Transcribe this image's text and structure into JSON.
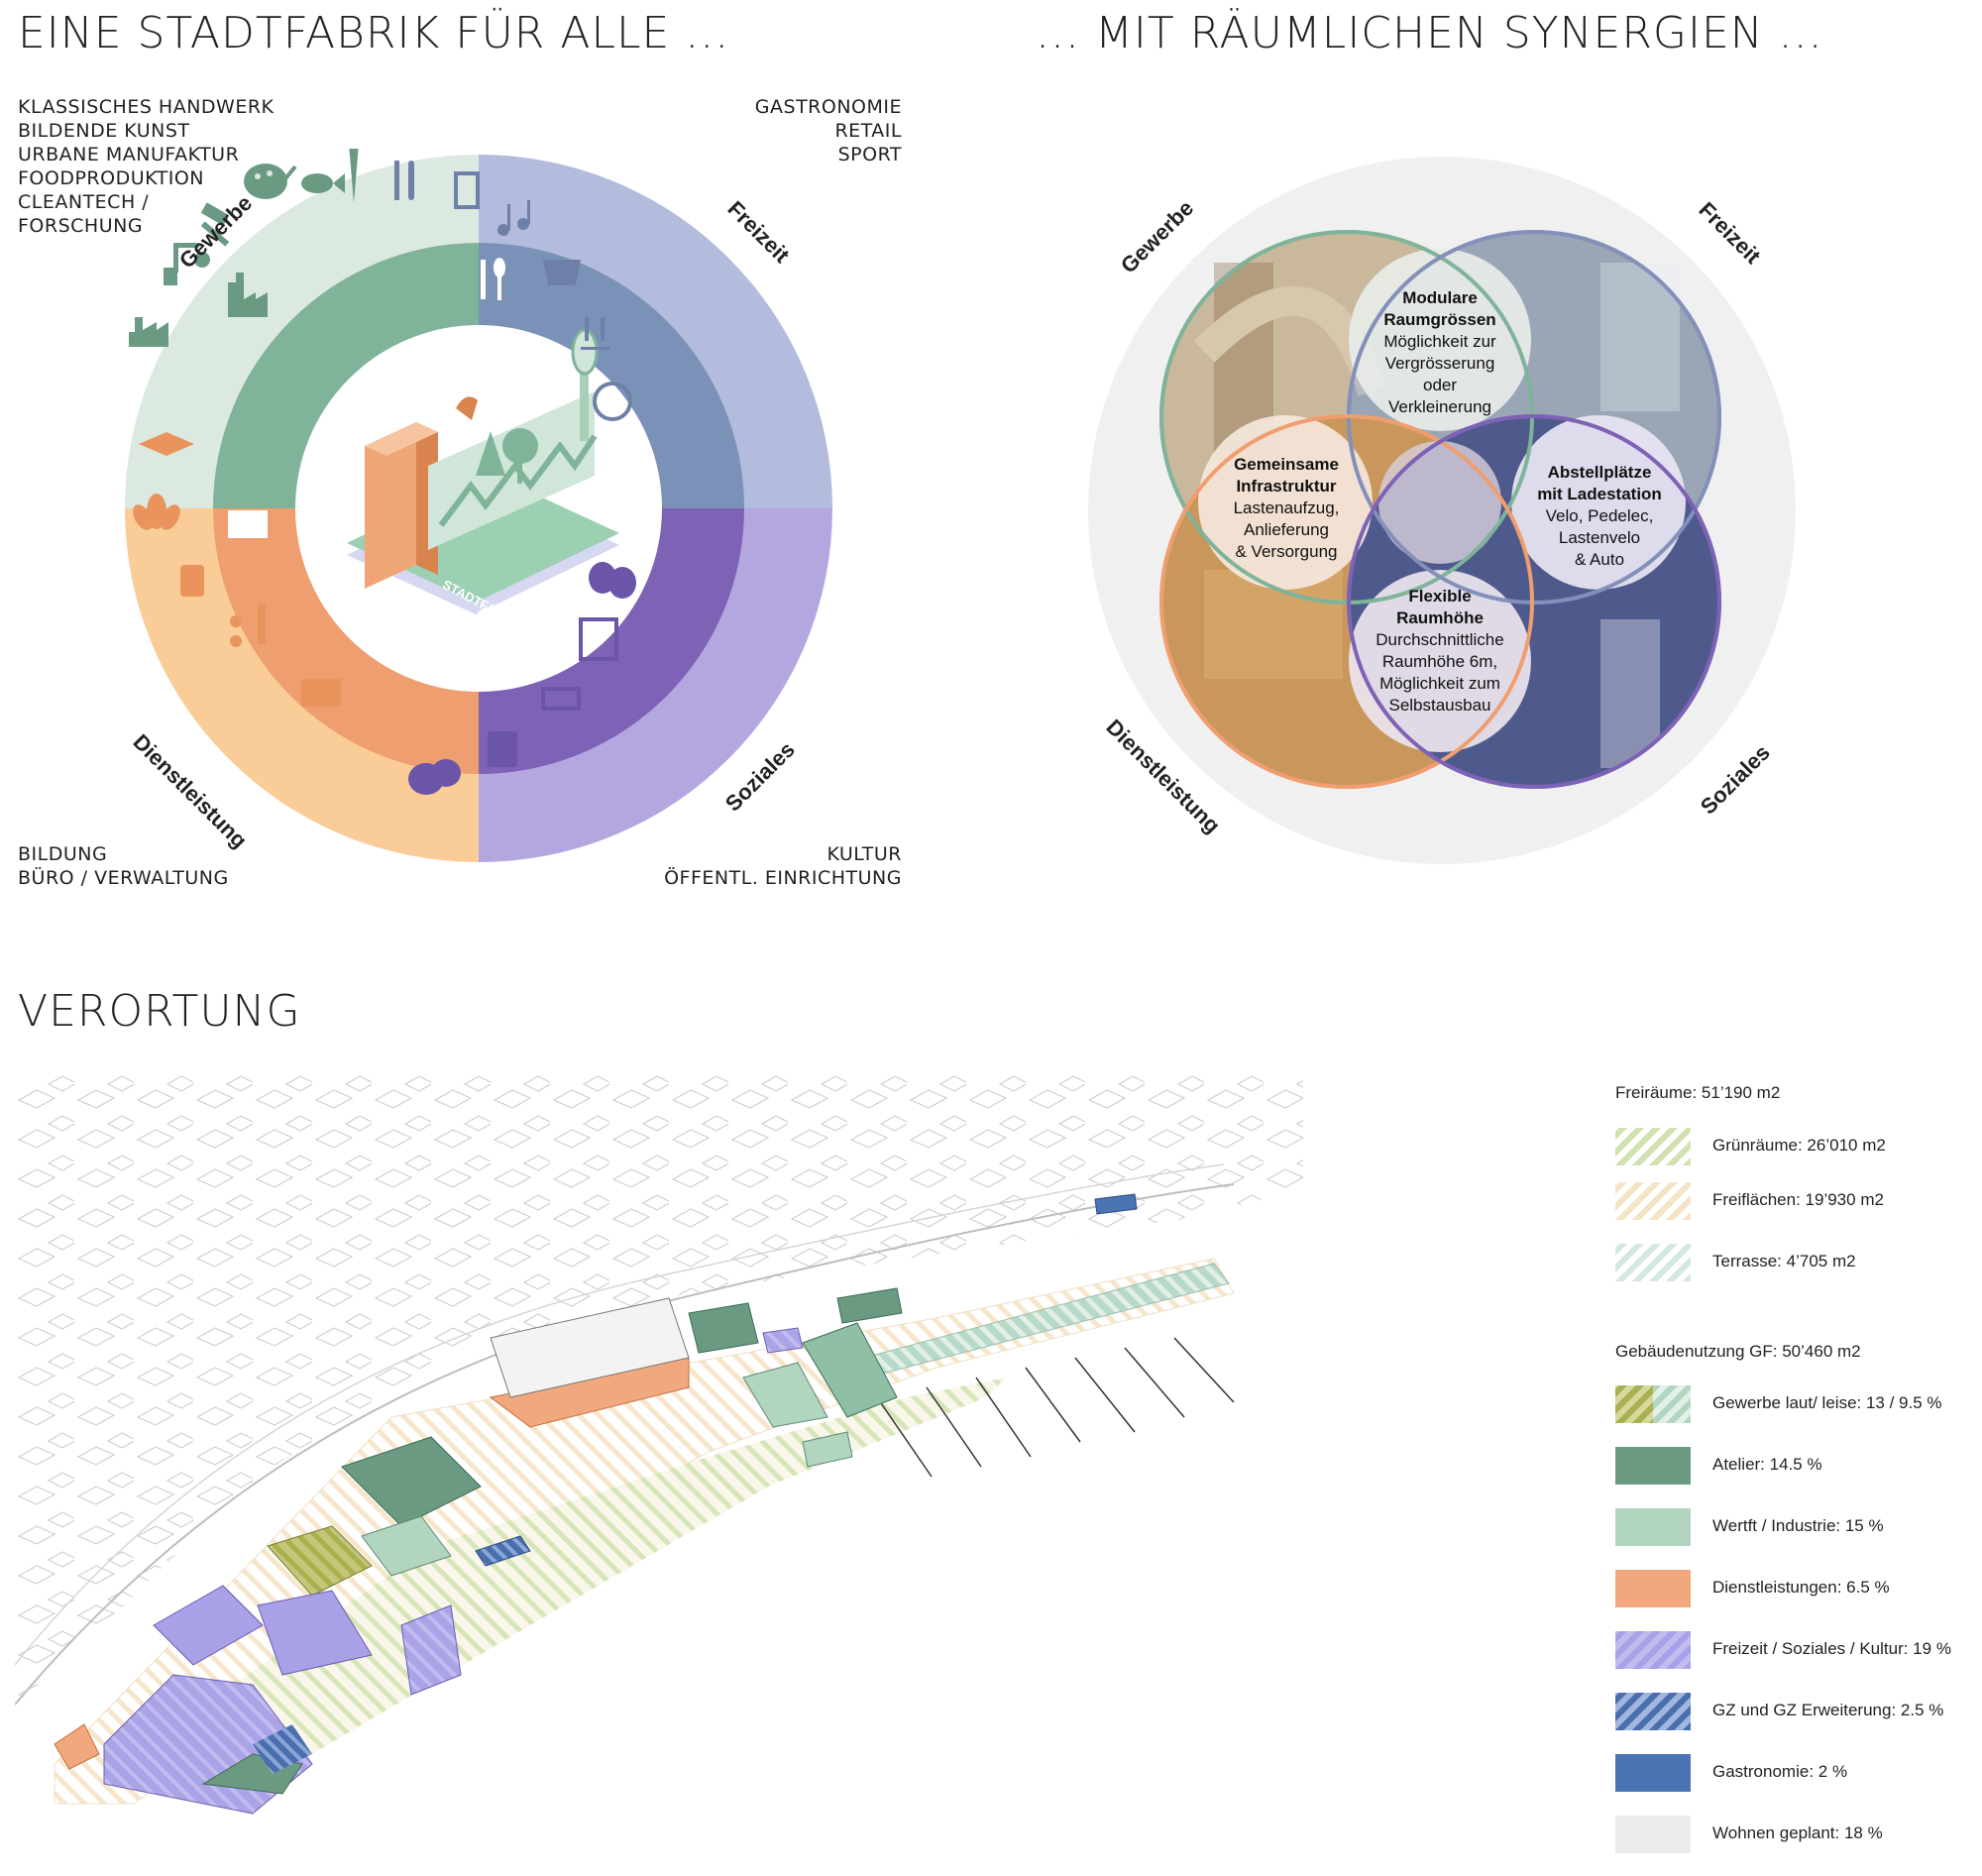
{
  "left_section": {
    "title": "EINE STADTFABRIK FÜR ALLE ...",
    "top_left_list": [
      "KLASSISCHES  HANDWERK",
      "BILDENDE KUNST",
      "URBANE MANUFAKTUR",
      "FOODPRODUKTION",
      "CLEANTECH /",
      "FORSCHUNG"
    ],
    "top_right_list": [
      "GASTRONOMIE",
      "RETAIL",
      "SPORT"
    ],
    "bottom_left_list": [
      "BILDUNG",
      "BÜRO / VERWALTUNG"
    ],
    "bottom_right_list": [
      "KULTUR",
      "ÖFFENTL. EINRICHTUNG"
    ],
    "quadrants": {
      "gewerbe": "Gewerbe",
      "freizeit": "Freizeit",
      "dienstleistung": "Dienstleistung",
      "soziales": "Soziales"
    },
    "center_label": "STADTFABRIK",
    "colors": {
      "gewerbe_outer": "#dce9e0",
      "gewerbe_inner": "#7fb39a",
      "freizeit_outer": "#b3bcdc",
      "freizeit_inner": "#7b92b8",
      "soziales_outer": "#b4a7e0",
      "soziales_inner": "#7e62b5",
      "dienst_outer": "#f9cc98",
      "dienst_inner": "#ef9e70"
    },
    "icons": {
      "gewerbe": [
        "palette-icon",
        "fish-icon",
        "carrot-icon",
        "hammer-icon",
        "robot-arm-icon",
        "factory-icon",
        "wind-turbine-icon"
      ],
      "freizeit": [
        "fork-knife-icon",
        "drink-icon",
        "music-icon",
        "basket-icon",
        "pool-icon",
        "ball-icon"
      ],
      "soziales": [
        "theater-masks-icon",
        "gallery-icon",
        "museum-barrier-icon",
        "book-icon",
        "chat-bubbles-icon"
      ],
      "dienstleistung": [
        "graduation-cap-icon",
        "lotus-icon",
        "pharmacy-icon",
        "scissors-comb-icon",
        "computer-icon"
      ]
    }
  },
  "right_section": {
    "title": "... MIT RÄUMLICHEN SYNERGIEN ...",
    "quadrants": {
      "gewerbe": "Gewerbe",
      "freizeit": "Freizeit",
      "dienstleistung": "Dienstleistung",
      "soziales": "Soziales"
    },
    "overlaps": [
      {
        "heading": [
          "Modulare",
          "Raumgrössen"
        ],
        "body": [
          "Möglichkeit zur",
          "Vergrösserung",
          "oder",
          "Verkleinerung"
        ]
      },
      {
        "heading": [
          "Gemeinsame",
          "Infrastruktur"
        ],
        "body": [
          "Lastenaufzug,",
          "Anlieferung",
          "& Versorgung"
        ]
      },
      {
        "heading": [
          "Abstellplätze",
          "mit Ladestation"
        ],
        "body": [
          "Velo, Pedelec,",
          "Lastenvelo",
          "& Auto"
        ]
      },
      {
        "heading": [
          "Flexible",
          "Raumhöhe"
        ],
        "body": [
          "Durchschnittliche",
          "Raumhöhe 6m,",
          "Möglichkeit zum",
          "Selbstausbau"
        ]
      }
    ]
  },
  "map_section": {
    "title": "VERORTUNG",
    "legend": {
      "open_space_title": "Freiräume: 51’190 m2",
      "open_space_items": [
        {
          "label": "Grünräume: 26’010 m2",
          "color": "#cfe2b0"
        },
        {
          "label": "Freiflächen: 19’930 m2",
          "color": "#f5e3c6"
        },
        {
          "label": "Terrasse: 4’705 m2",
          "color": "#d3e8df"
        }
      ],
      "building_title": "Gebäudenutzung GF: 50’460 m2",
      "building_items": [
        {
          "label": "Gewerbe laut/ leise: 13 / 9.5 %",
          "color": "#a9b04f"
        },
        {
          "label": "Atelier: 14.5 %",
          "color": "#6b9a83"
        },
        {
          "label": "Wertft / Industrie: 15 %",
          "color": "#b2d5c0"
        },
        {
          "label": "Dienstleistungen: 6.5 %",
          "color": "#f2a87d"
        },
        {
          "label": "Freizeit  / Soziales / Kultur: 19 %",
          "color": "#a9a1e8"
        },
        {
          "label": "GZ und GZ Erweiterung: 2.5 %",
          "color": "#4a6fae"
        },
        {
          "label": "Gastronomie: 2 %",
          "color": "#4a74b2"
        },
        {
          "label": "Wohnen geplant: 18 %",
          "color": "#ebebeb"
        }
      ]
    }
  }
}
